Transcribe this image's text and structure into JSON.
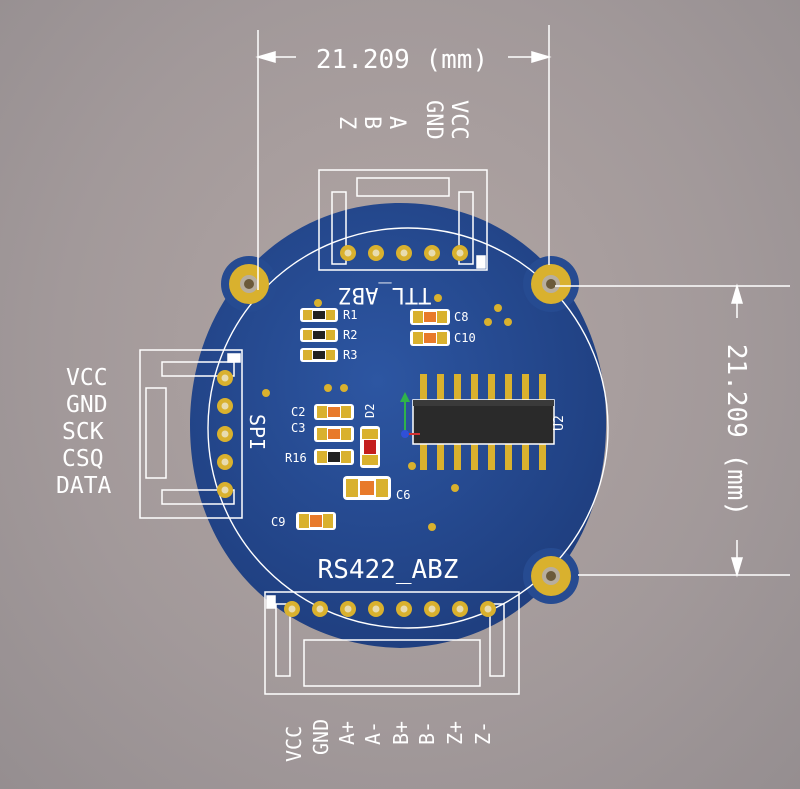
{
  "dimensions": {
    "horizontal": "21.209 (mm)",
    "vertical": "21.209 (mm)"
  },
  "board": {
    "title": "RS422_ABZ",
    "mirrored_title": "TTL_ABZ",
    "spi_label": "SPI",
    "chip_label": "U2"
  },
  "components": {
    "r1": "R1",
    "r2": "R2",
    "r3": "R3",
    "c8": "C8",
    "c10": "C10",
    "c2": "C2",
    "c3": "C3",
    "d2": "D2",
    "r16": "R16",
    "c6": "C6",
    "c9": "C9"
  },
  "top_connector_pins": [
    "VCC",
    "GND",
    "A",
    "B",
    "Z"
  ],
  "left_connector_pins": [
    "VCC",
    "GND",
    "SCK",
    "CSQ",
    "DATA"
  ],
  "bottom_connector_pins": [
    "VCC",
    "GND",
    "A+",
    "A-",
    "B+",
    "B-",
    "Z+",
    "Z-"
  ],
  "colors": {
    "pcb": "#264b91",
    "pad": "#d9b12e",
    "silkscreen": "#ffffff",
    "background": "#a59b9b"
  }
}
